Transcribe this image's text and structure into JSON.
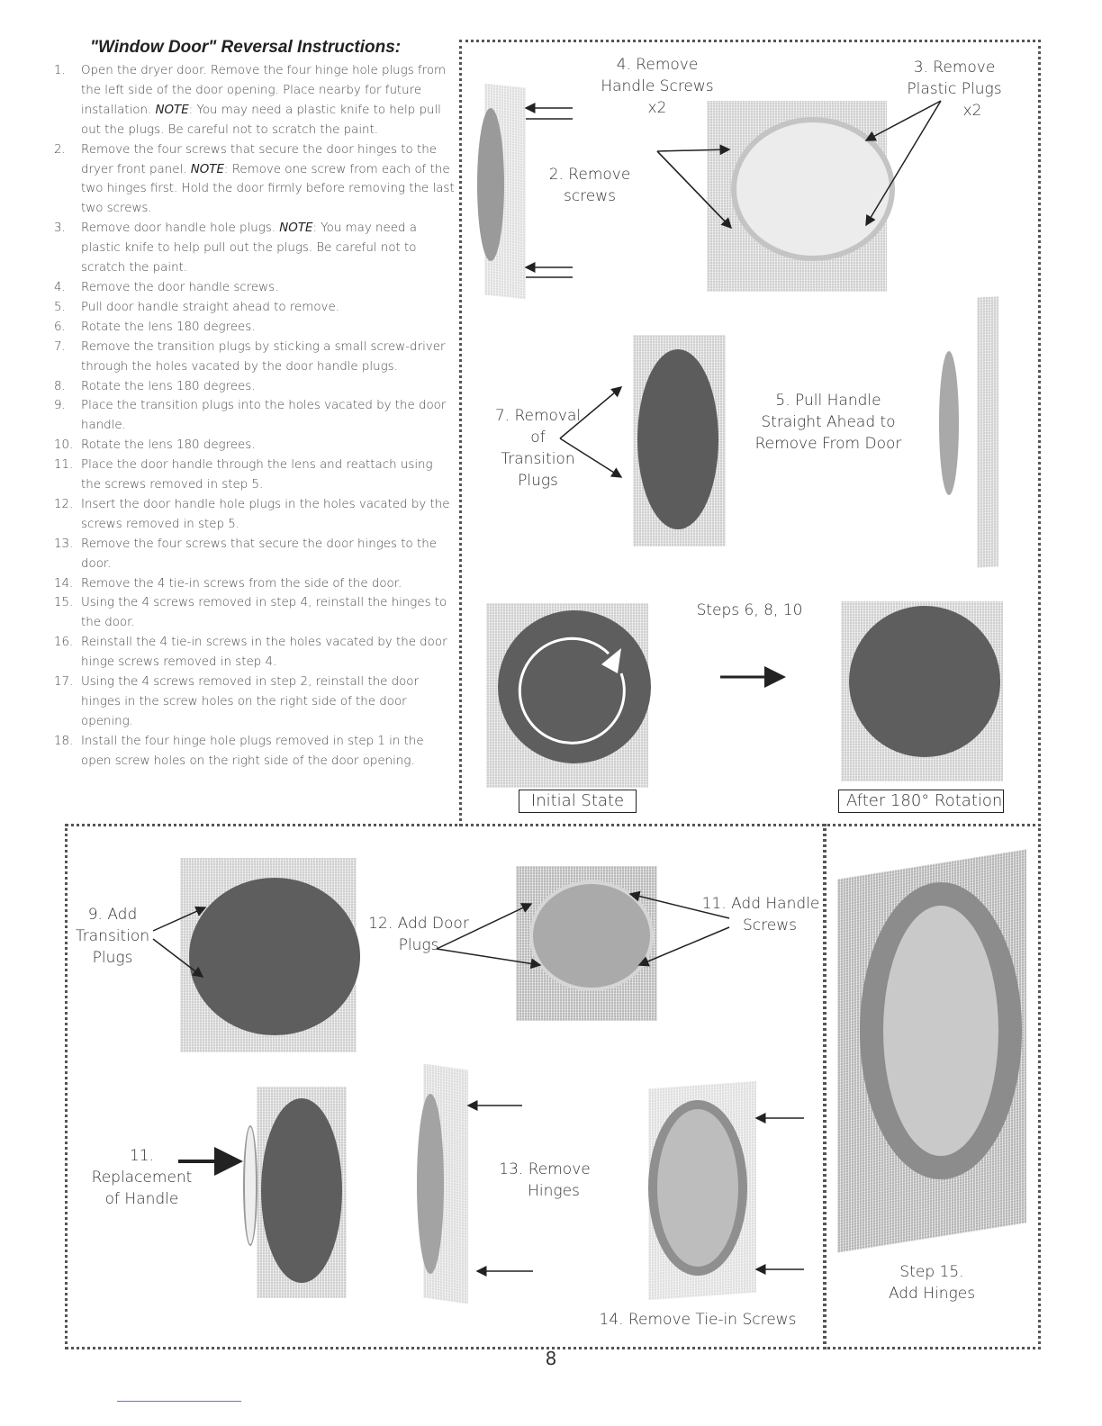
{
  "title": "\"Window Door\" Reversal Instructions:",
  "note_word": "NOTE",
  "steps": [
    {
      "num": "1.",
      "text": "Open the dryer door. Remove the four hinge hole plugs from the left side of the door opening. Place nearby for future installation.",
      "note": "You may need a plastic knife to help pull out the plugs. Be careful not to scratch the paint."
    },
    {
      "num": "2.",
      "text": "Remove the four screws that secure the door hinges to the dryer front panel.",
      "note": "Remove one screw from each of the two hinges first. Hold the door firmly before removing the last two screws."
    },
    {
      "num": "3.",
      "text": "Remove door handle hole plugs.",
      "note": "You may need a plastic knife to help pull out the plugs. Be careful not to scratch the paint."
    },
    {
      "num": "4.",
      "text": "Remove the door handle screws."
    },
    {
      "num": "5.",
      "text": "Pull door handle straight ahead to remove."
    },
    {
      "num": "6.",
      "text": "Rotate the lens 180 degrees."
    },
    {
      "num": "7.",
      "text": "Remove the transition plugs by sticking a small screw-driver through the holes vacated by the door handle plugs."
    },
    {
      "num": "8.",
      "text": "Rotate the lens 180 degrees."
    },
    {
      "num": "9.",
      "text": "Place the transition plugs into the holes vacated by the door handle."
    },
    {
      "num": "10.",
      "text": "Rotate the lens 180 degrees."
    },
    {
      "num": "11.",
      "text": "Place the door handle through the lens and reattach using the screws removed in step 5."
    },
    {
      "num": "12.",
      "text": "Insert the door handle hole plugs in the holes vacated by the screws removed in step 5."
    },
    {
      "num": "13.",
      "text": "Remove the four screws that secure the door hinges to the door."
    },
    {
      "num": "14.",
      "text": "Remove the 4 tie-in screws from the side of the  door."
    },
    {
      "num": "15.",
      "text": "Using the 4 screws removed in step 4, reinstall the hinges to the door."
    },
    {
      "num": "16.",
      "text": "Reinstall the 4 tie-in screws in the holes vacated by the door hinge screws removed in step 4."
    },
    {
      "num": "17.",
      "text": "Using the 4 screws removed in step 2, reinstall the door hinges in the screw holes on the right side of the door opening."
    },
    {
      "num": "18.",
      "text": "Install the four hinge hole plugs removed in step 1 in the open screw holes on the right side of the door opening."
    }
  ],
  "figures": {
    "remove_handle_screws": [
      "4. Remove",
      "Handle Screws",
      "x2"
    ],
    "remove_plastic_plugs": [
      "3. Remove",
      "Plastic Plugs",
      "x2"
    ],
    "remove_screws": [
      "2. Remove",
      "screws"
    ],
    "removal_transition_plugs": [
      "7. Removal",
      "of",
      "Transition",
      "Plugs"
    ],
    "pull_handle": [
      "5. Pull Handle",
      "Straight Ahead to",
      "Remove From Door"
    ],
    "steps_rotate": "Steps 6, 8, 10",
    "initial_state": "Initial State",
    "after_rotation": "After 180° Rotation",
    "add_transition_plugs": [
      "9. Add",
      "Transition",
      "Plugs"
    ],
    "add_door_plugs": [
      "12. Add Door",
      "Plugs"
    ],
    "add_handle_screws": [
      "11. Add Handle",
      "Screws"
    ],
    "replacement_handle": [
      "11.",
      "Replacement",
      "of Handle"
    ],
    "remove_hinges": [
      "13. Remove",
      "Hinges"
    ],
    "remove_tiein": "14. Remove Tie-in Screws",
    "add_hinges": [
      "Step 15.",
      "Add Hinges"
    ]
  },
  "page_number": "8"
}
